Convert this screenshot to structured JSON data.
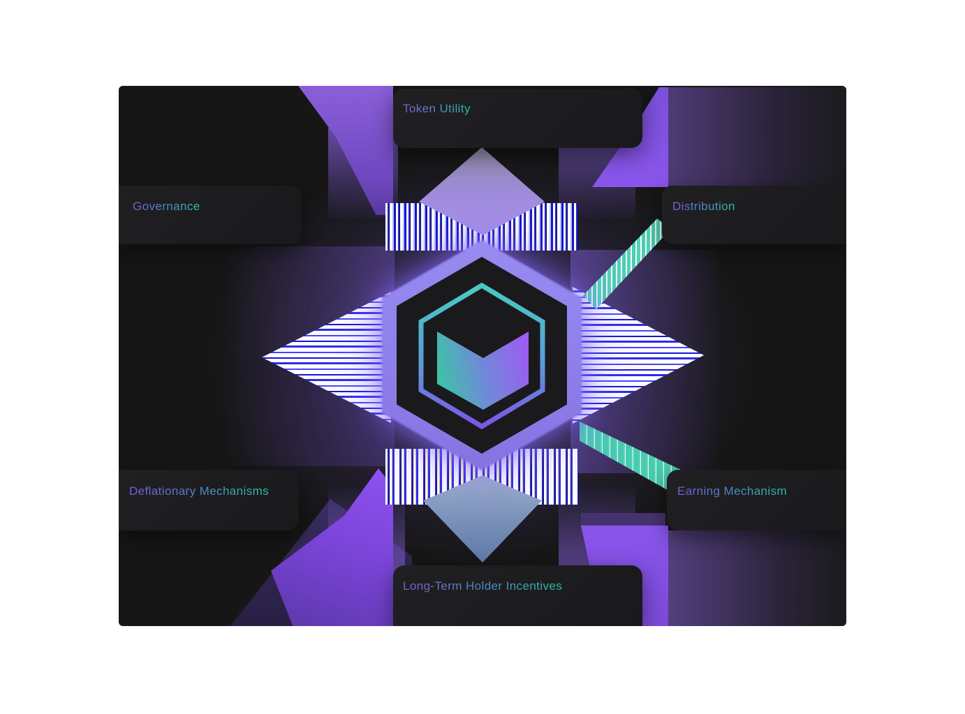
{
  "diagram": {
    "center": {
      "emblem": "hexagon-cube-emblem"
    },
    "nodes": [
      {
        "id": "token-utility",
        "label": "Token Utility",
        "position": "top"
      },
      {
        "id": "governance",
        "label": "Governance",
        "position": "upper-left"
      },
      {
        "id": "distribution",
        "label": "Distribution",
        "position": "upper-right"
      },
      {
        "id": "deflationary-mechanisms",
        "label": "Deflationary Mechanisms",
        "position": "lower-left"
      },
      {
        "id": "earning-mechanism",
        "label": "Earning Mechanism",
        "position": "lower-right"
      },
      {
        "id": "long-term-holder-incentives",
        "label": "Long-Term Holder Incentives",
        "position": "bottom"
      }
    ],
    "colors": {
      "page_background": "#ffffff",
      "canvas_background": "#161616",
      "card_background": "#1d1d1f",
      "label_gradient_start": "#7b5cd6",
      "label_gradient_mid": "#4f86c8",
      "label_gradient_end": "#2fc1a4",
      "beam_purple": "#8a55ec",
      "glow_purple": "#8066f5",
      "teal_accent": "#49cbb0",
      "diamond_top": "#a08ddd",
      "diamond_bottom": "#7e95bb"
    }
  }
}
